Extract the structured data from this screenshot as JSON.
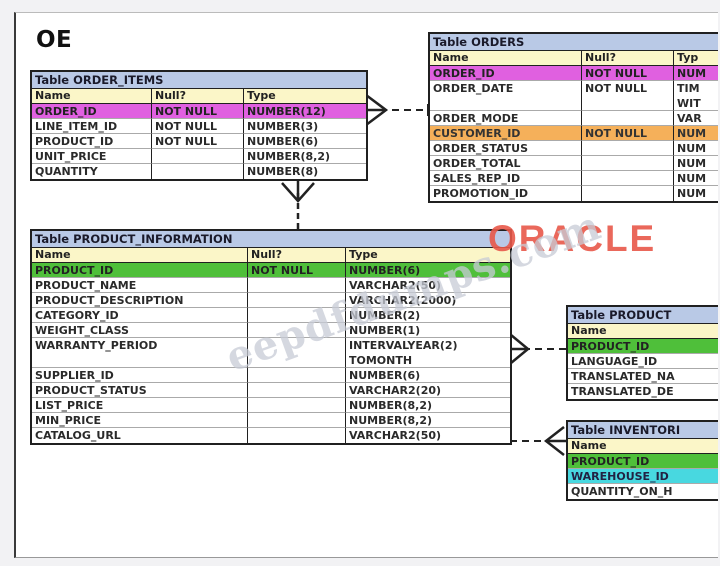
{
  "schema": "OE",
  "columns_header": {
    "name": "Name",
    "null": "Null?",
    "type": "Type"
  },
  "order_items": {
    "title": "Table ORDER_ITEMS",
    "rows": [
      {
        "name": "ORDER_ID",
        "null": "NOT NULL",
        "type": "NUMBER(12)"
      },
      {
        "name": "LINE_ITEM_ID",
        "null": "NOT NULL",
        "type": "NUMBER(3)"
      },
      {
        "name": "PRODUCT_ID",
        "null": "NOT NULL",
        "type": "NUMBER(6)"
      },
      {
        "name": "UNIT_PRICE",
        "null": "",
        "type": "NUMBER(8,2)"
      },
      {
        "name": "QUANTITY",
        "null": "",
        "type": "NUMBER(8)"
      }
    ]
  },
  "orders": {
    "title": "Table ORDERS",
    "type_header": "Typ",
    "rows": [
      {
        "name": "ORDER_ID",
        "null": "NOT NULL",
        "type": "NUM"
      },
      {
        "name": "ORDER_DATE",
        "null": "NOT NULL",
        "type": "TIM",
        "type2": "WIT"
      },
      {
        "name": "ORDER_MODE",
        "null": "",
        "type": "VAR"
      },
      {
        "name": "CUSTOMER_ID",
        "null": "NOT NULL",
        "type": "NUM"
      },
      {
        "name": "ORDER_STATUS",
        "null": "",
        "type": "NUM"
      },
      {
        "name": "ORDER_TOTAL",
        "null": "",
        "type": "NUM"
      },
      {
        "name": "SALES_REP_ID",
        "null": "",
        "type": "NUM"
      },
      {
        "name": "PROMOTION_ID",
        "null": "",
        "type": "NUM"
      }
    ]
  },
  "product_information": {
    "title": "Table PRODUCT_INFORMATION",
    "rows": [
      {
        "name": "PRODUCT_ID",
        "null": "NOT NULL",
        "type": "NUMBER(6)"
      },
      {
        "name": "PRODUCT_NAME",
        "null": "",
        "type": "VARCHAR2(50)"
      },
      {
        "name": "PRODUCT_DESCRIPTION",
        "null": "",
        "type": "VARCHAR2(2000)"
      },
      {
        "name": "CATEGORY_ID",
        "null": "",
        "type": "NUMBER(2)"
      },
      {
        "name": "WEIGHT_CLASS",
        "null": "",
        "type": "NUMBER(1)"
      },
      {
        "name": "WARRANTY_PERIOD",
        "null": "",
        "type": "INTERVALYEAR(2)",
        "type2": "TOMONTH"
      },
      {
        "name": "SUPPLIER_ID",
        "null": "",
        "type": "NUMBER(6)"
      },
      {
        "name": "PRODUCT_STATUS",
        "null": "",
        "type": "VARCHAR2(20)"
      },
      {
        "name": "LIST_PRICE",
        "null": "",
        "type": "NUMBER(8,2)"
      },
      {
        "name": "MIN_PRICE",
        "null": "",
        "type": "NUMBER(8,2)"
      },
      {
        "name": "CATALOG_URL",
        "null": "",
        "type": "VARCHAR2(50)"
      }
    ]
  },
  "product_descriptions": {
    "title": "Table PRODUCT",
    "rows": [
      {
        "name": "PRODUCT_ID"
      },
      {
        "name": "LANGUAGE_ID"
      },
      {
        "name": "TRANSLATED_NA"
      },
      {
        "name": "TRANSLATED_DE"
      }
    ]
  },
  "inventories": {
    "title": "Table INVENTORI",
    "rows": [
      {
        "name": "PRODUCT_ID"
      },
      {
        "name": "WAREHOUSE_ID"
      },
      {
        "name": "QUANTITY_ON_H"
      }
    ]
  },
  "watermark": "eepdfdumps.com",
  "logo": "ORACLE",
  "colors": {
    "table_header": "#b9c9e6",
    "column_header": "#fbf6c8",
    "pk_magenta": "#e060e0",
    "pk_green": "#4fbf3a",
    "fk_orange": "#f5b05a",
    "pk_cyan": "#48d8e0",
    "logo_red": "#e8584a"
  }
}
